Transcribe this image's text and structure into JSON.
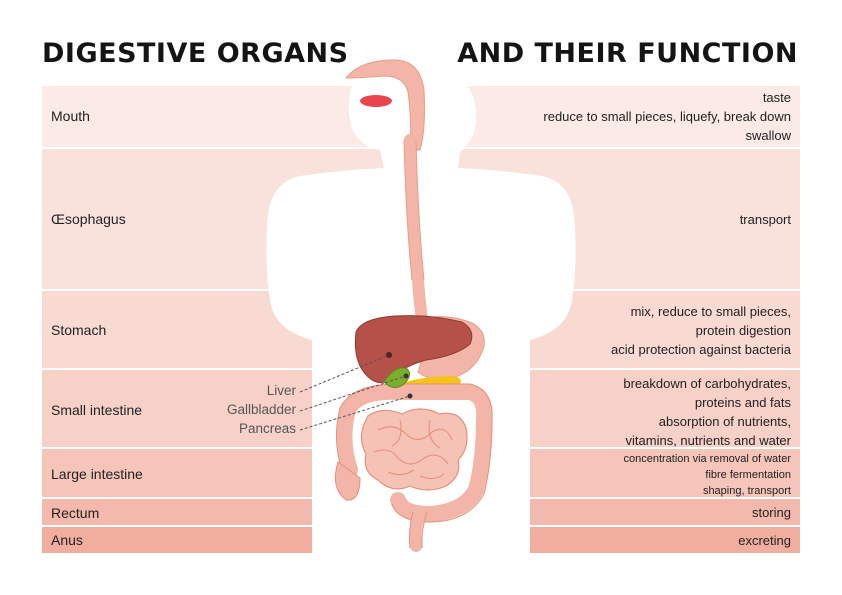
{
  "header": {
    "left": "DIGESTIVE ORGANS",
    "right": "AND THEIR FUNCTION"
  },
  "rows": [
    {
      "organ": "Mouth",
      "functions": [
        "taste",
        "reduce to small pieces, liquefy, break down",
        "swallow"
      ],
      "color": "#fbeae6"
    },
    {
      "organ": "Œsophagus",
      "functions": [
        "transport"
      ],
      "color": "#fae2dc"
    },
    {
      "organ": "Stomach",
      "functions": [
        "mix, reduce to small pieces,",
        "protein digestion",
        "acid protection against bacteria"
      ],
      "color": "#f9dad3"
    },
    {
      "organ": "Small intestine",
      "functions": [
        "breakdown of carbohydrates,",
        "proteins and fats",
        "absorption of nutrients,",
        "vitamins, nutrients and water"
      ],
      "color": "#f7d1c8"
    },
    {
      "organ": "Large intestine",
      "functions": [
        "concentration via removal of water",
        "fibre fermentation",
        "shaping, transport"
      ],
      "color": "#f5c5ba"
    },
    {
      "organ": "Rectum",
      "functions": [
        "storing"
      ],
      "color": "#f3b9ac"
    },
    {
      "organ": "Anus",
      "functions": [
        "excreting"
      ],
      "color": "#f1ae9f"
    }
  ],
  "callouts": {
    "liver": "Liver",
    "gallbladder": "Gallbladder",
    "pancreas": "Pancreas"
  }
}
